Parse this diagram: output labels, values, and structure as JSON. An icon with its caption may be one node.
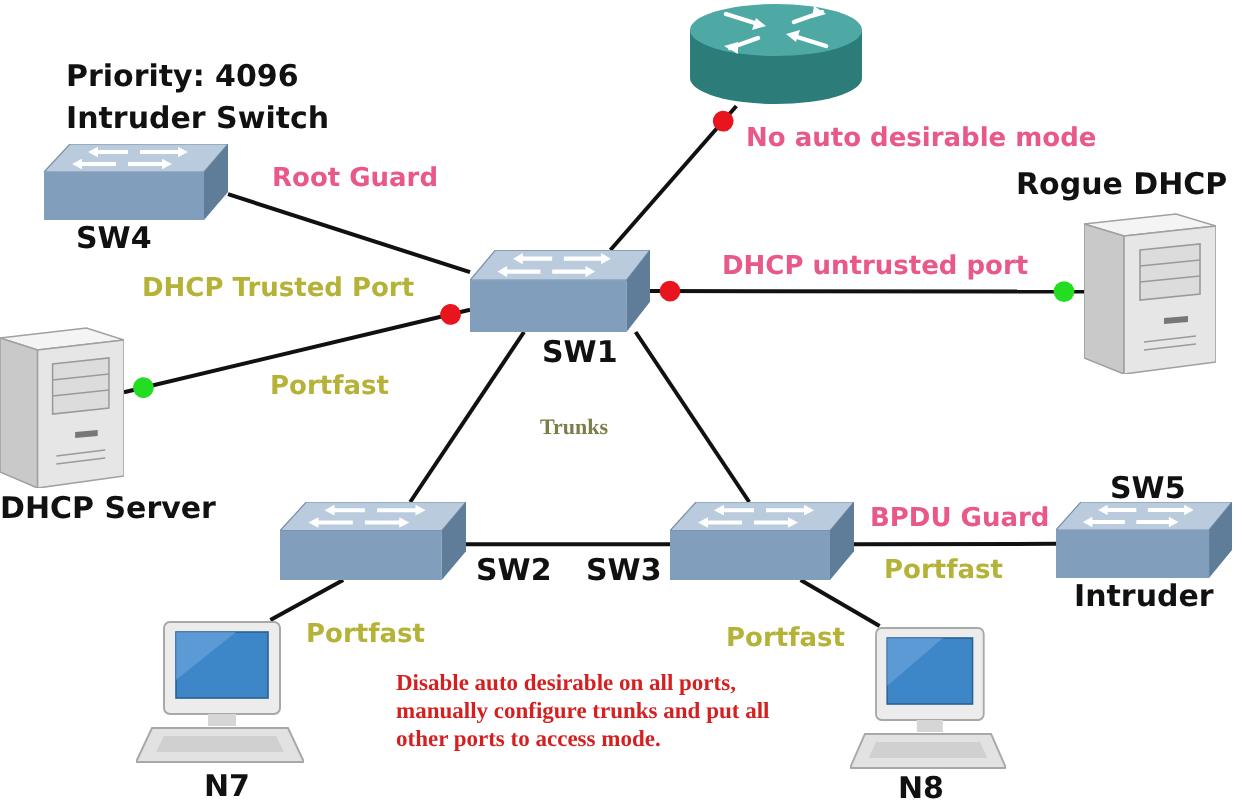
{
  "diagram": {
    "nodes": [
      {
        "text": [],
        "shape": "picture"
      },
      {
        "text": [
          "Priority: 4096",
          "Intruder Switch",
          "SW4"
        ]
      },
      {
        "text": [
          "Rogue DHCP"
        ]
      },
      {
        "text": [
          "SW1"
        ]
      },
      {
        "text": [
          "DHCP Server"
        ]
      },
      {
        "text": [
          "SW2"
        ]
      },
      {
        "text": [
          "SW3"
        ]
      },
      {
        "text": [
          "SW5",
          "Intruder"
        ]
      },
      {
        "text": [
          "N7"
        ]
      },
      {
        "text": [
          "N8"
        ]
      }
    ],
    "edges": [
      {
        "from": 1,
        "to": 3,
        "arrow": "none",
        "label": "Root Guard"
      },
      {
        "from": 0,
        "to": 3,
        "arrow": "other",
        "label": "No auto desirable mode"
      },
      {
        "from": 3,
        "to": 2,
        "arrow": "other",
        "label": "DHCP untrusted port"
      },
      {
        "from": 4,
        "to": 3,
        "arrow": "other",
        "label": "DHCP Trusted Port"
      },
      {
        "from": 3,
        "to": 5,
        "arrow": "none"
      },
      {
        "from": 3,
        "to": 6,
        "arrow": "none"
      },
      {
        "from": 5,
        "to": 6,
        "arrow": "none"
      },
      {
        "from": 6,
        "to": 7,
        "arrow": "none",
        "label": "BPDU Guard"
      },
      {
        "from": 5,
        "to": 8,
        "arrow": "none",
        "label": "Portfast"
      },
      {
        "from": 6,
        "to": 9,
        "arrow": "none",
        "label": "Portfast"
      }
    ],
    "labels": [
      "Portfast",
      "Trunks",
      "Portfast",
      "Disable auto desirable on all ports, manually configure trunks and put all other ports to access mode."
    ]
  }
}
